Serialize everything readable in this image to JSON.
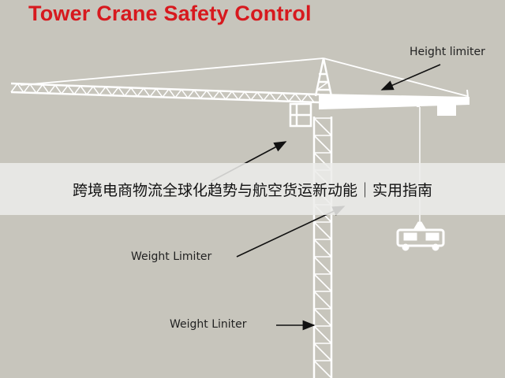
{
  "title": "Tower Crane Safety Control",
  "labels": {
    "height_limiter": "Height limiter",
    "weight_limiter_1": "Weight Limiter",
    "weight_limiter_2": "Weight Liniter"
  },
  "banner": "跨境电商物流全球化趋势与航空货运新动能｜实用指南",
  "colors": {
    "background": "#c7c5bc",
    "title": "#d7191e",
    "structure": "#ffffff",
    "arrow": "#111111"
  }
}
